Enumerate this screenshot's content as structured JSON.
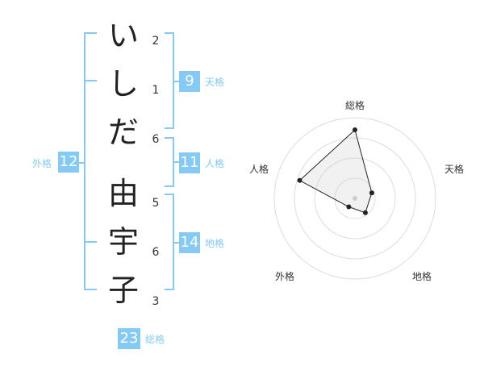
{
  "name": {
    "surname": [
      {
        "char": "い",
        "strokes": "2"
      },
      {
        "char": "し",
        "strokes": "1"
      },
      {
        "char": "だ",
        "strokes": "6"
      }
    ],
    "given": [
      {
        "char": "由",
        "strokes": "5"
      },
      {
        "char": "宇",
        "strokes": "6"
      },
      {
        "char": "子",
        "strokes": "3"
      }
    ]
  },
  "kaku": {
    "tenkaku": {
      "value": "9",
      "label": "天格"
    },
    "jinkaku": {
      "value": "11",
      "label": "人格"
    },
    "chikaku": {
      "value": "14",
      "label": "地格"
    },
    "gaikaku": {
      "value": "12",
      "label": "外格"
    },
    "soukaku": {
      "value": "23",
      "label": "総格"
    }
  },
  "colors": {
    "accent": "#84caf5"
  },
  "radar": {
    "axes": [
      "総格",
      "天格",
      "地格",
      "外格",
      "人格"
    ],
    "values": [
      0.85,
      0.22,
      0.22,
      0.13,
      0.72
    ],
    "rings": 4
  }
}
